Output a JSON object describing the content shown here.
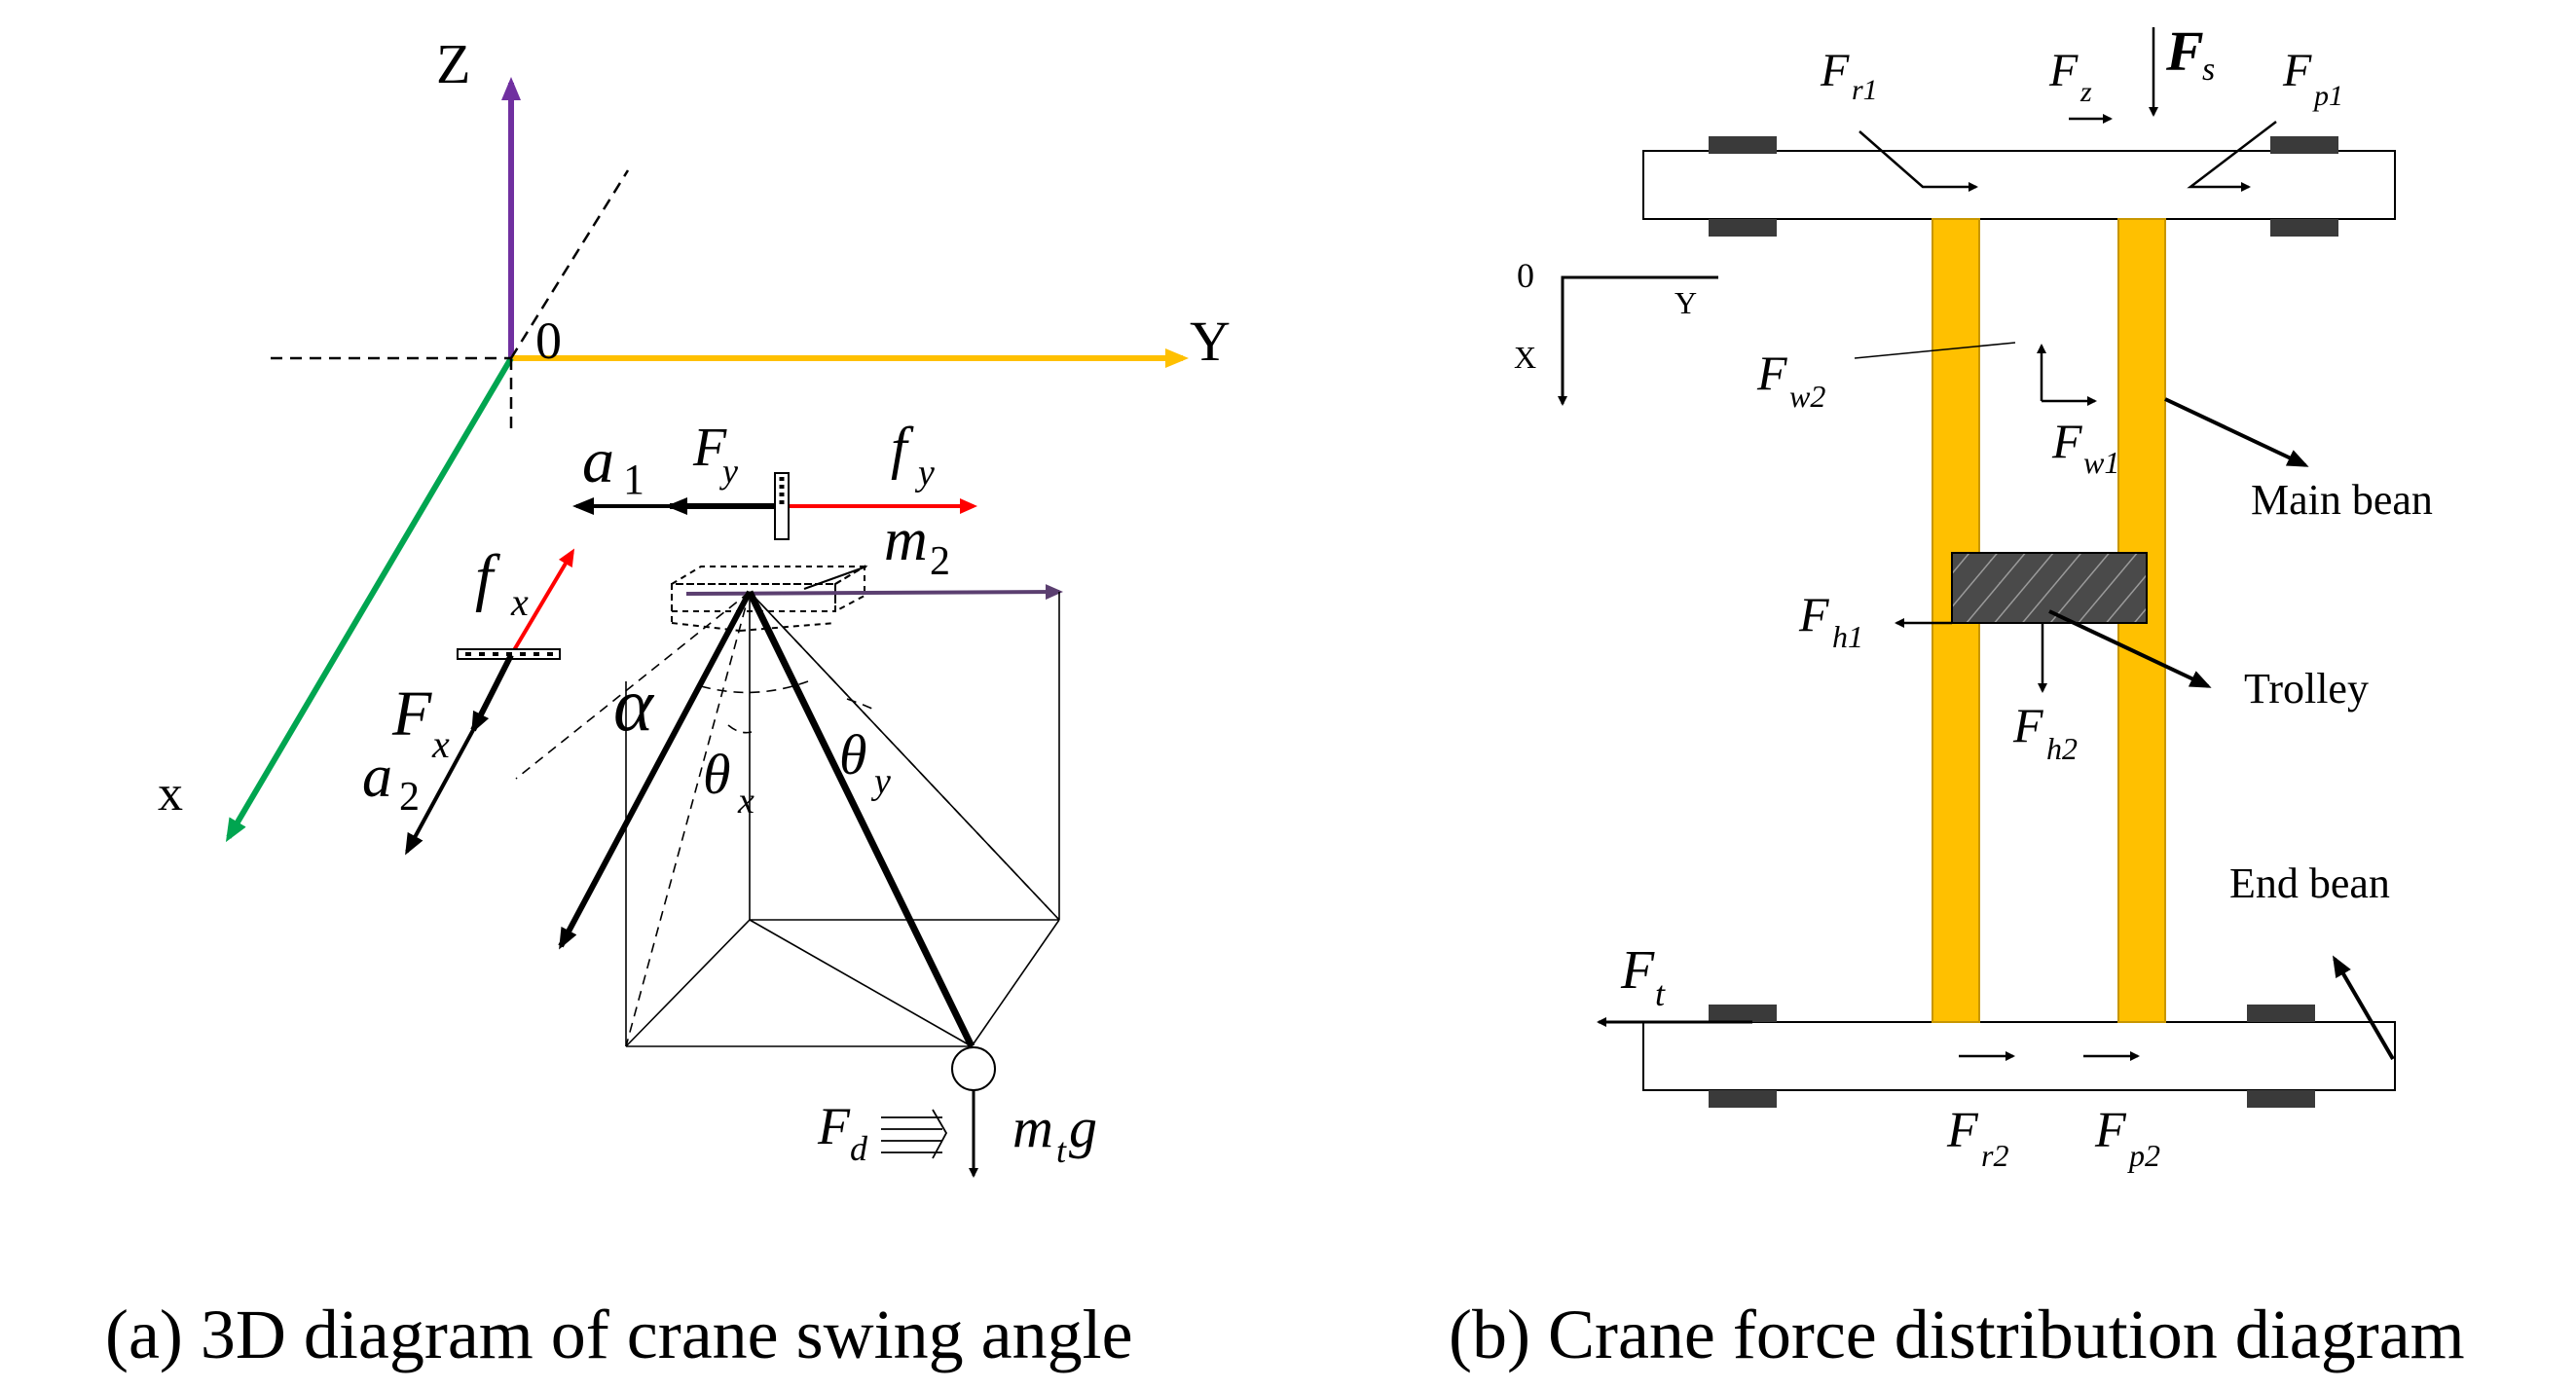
{
  "panel_a": {
    "caption": "(a) 3D diagram of crane swing angle",
    "axes": {
      "z": "Z",
      "y": "Y",
      "x": "x",
      "origin": "0"
    },
    "labels": {
      "a1": {
        "base": "a",
        "sub": "1"
      },
      "Fy": {
        "base": "F",
        "sub": "y"
      },
      "fy": {
        "base": "f",
        "sub": "y"
      },
      "fx": {
        "base": "f",
        "sub": "x"
      },
      "Fx": {
        "base": "F",
        "sub": "x"
      },
      "a2": {
        "base": "a",
        "sub": "2"
      },
      "m2": {
        "base": "m",
        "sub": "2"
      },
      "alpha": "α",
      "theta_x": {
        "base": "θ",
        "sub": "x"
      },
      "theta_y": {
        "base": "θ",
        "sub": "y"
      },
      "Fd": {
        "base": "F",
        "sub": "d"
      },
      "mtg": {
        "base": "m",
        "sub": "t",
        "tail": "g"
      }
    },
    "colors": {
      "z_axis": "#7030a0",
      "y_axis": "#ffc000",
      "x_axis": "#00a550",
      "friction": "#ff0000"
    }
  },
  "panel_b": {
    "caption": "(b) Crane force distribution diagram",
    "axes": {
      "origin": "0",
      "y": "Y",
      "x": "X"
    },
    "labels": {
      "Fr1": {
        "base": "F",
        "sub": "r1"
      },
      "Fz": {
        "base": "F",
        "sub": "z"
      },
      "Fs": {
        "base": "F",
        "sub": "s"
      },
      "Fp1": {
        "base": "F",
        "sub": "p1"
      },
      "Fw2": {
        "base": "F",
        "sub": "w2"
      },
      "Fw1": {
        "base": "F",
        "sub": "w1"
      },
      "Fh1": {
        "base": "F",
        "sub": "h1"
      },
      "Fh2": {
        "base": "F",
        "sub": "h2"
      },
      "Ft": {
        "base": "F",
        "sub": "t"
      },
      "Fr2": {
        "base": "F",
        "sub": "r2"
      },
      "Fp2": {
        "base": "F",
        "sub": "p2"
      }
    },
    "callouts": {
      "main_bean": "Main bean",
      "trolley": "Trolley",
      "end_bean": "End bean"
    },
    "colors": {
      "beam": "#ffc000",
      "beam_edge": "#c89600",
      "wheel": "#3a3a3a",
      "trolley": "#555555"
    }
  }
}
